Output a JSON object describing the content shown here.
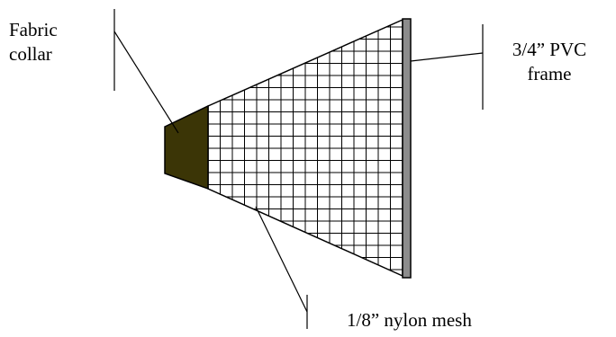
{
  "labels": {
    "collar_line1": "Fabric",
    "collar_line2": "collar",
    "frame_line1": "3/4” PVC",
    "frame_line2": "frame",
    "mesh": "1/8” nylon mesh"
  },
  "colors": {
    "collar_fill": "#3b3506",
    "frame_fill": "#8c8c8c",
    "line": "#000000"
  }
}
